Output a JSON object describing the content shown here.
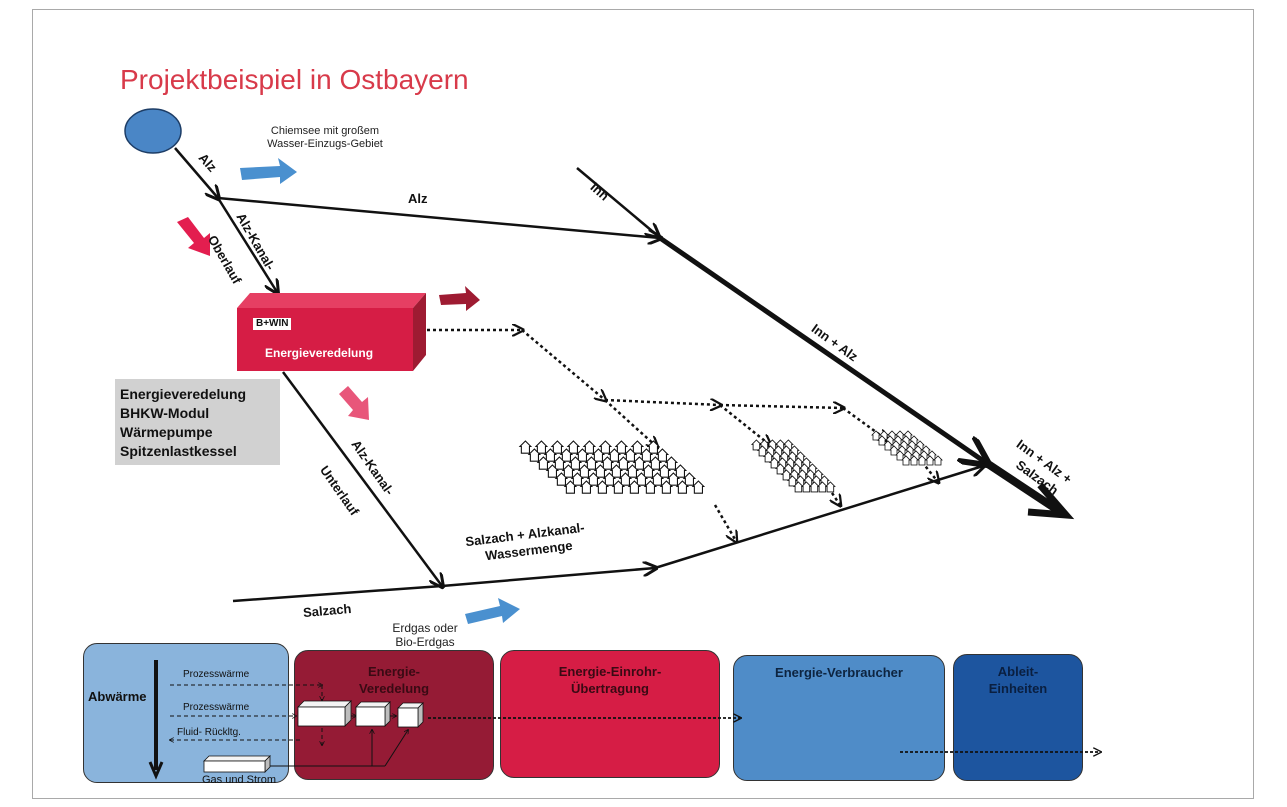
{
  "slide": {
    "title": "Projektbeispiel in Ostbayern"
  },
  "rivers": {
    "alz_upper": "Alz",
    "alz_main": "Alz",
    "inn": "Inn",
    "inn_alz": "Inn + Alz",
    "inn_alz_salzach_line1": "Inn + Alz +",
    "inn_alz_salzach_line2": "Salzach",
    "canal_upper": "Alz-Kanal-",
    "canal_upper_sub": "Oberlauf",
    "canal_lower": "Alz-Kanal-",
    "canal_lower_sub": "Unterlauf",
    "salzach": "Salzach",
    "salzach_canal_line1": "Salzach + Alzkanal-",
    "salzach_canal_line2": "Wassermenge"
  },
  "notes": {
    "chiemsee_line1": "Chiemsee mit  großem",
    "chiemsee_line2": "Wasser-Einzugs-Gebiet",
    "gas_line1": "Erdgas oder",
    "gas_line2": "Bio-Erdgas"
  },
  "plant": {
    "logo": "B+WIN",
    "label": "Energieveredelung"
  },
  "info_box": [
    "Energieveredelung",
    "BHKW-Modul",
    "Wärmepumpe",
    "Spitzenlastkessel"
  ],
  "stages": [
    {
      "line1": "",
      "line2": "",
      "color": "#8ab4dc"
    },
    {
      "line1": "Energie-",
      "line2": "Veredelung",
      "color": "#951b35"
    },
    {
      "line1": "Energie-Einrohr-",
      "line2": "Übertragung",
      "color": "#d61d45"
    },
    {
      "line1": "Energie-Verbraucher",
      "line2": "",
      "color": "#4f8cc8"
    },
    {
      "line1": "Ableit-",
      "line2": "Einheiten",
      "color": "#1d559f"
    }
  ],
  "abwaerme": {
    "title": "Abwärme",
    "prozess1": "Prozesswärme",
    "prozess2": "Prozesswärme",
    "rueck": "Fluid- Rückltg.",
    "gas_strom": "Gas und Strom"
  },
  "colors": {
    "blue_arrow": "#4a90cf",
    "red_arrow": "#e31e4f",
    "dark_red_arrow": "#9e1b32",
    "pink_arrow": "#e8567a",
    "title": "#d83a4a"
  }
}
